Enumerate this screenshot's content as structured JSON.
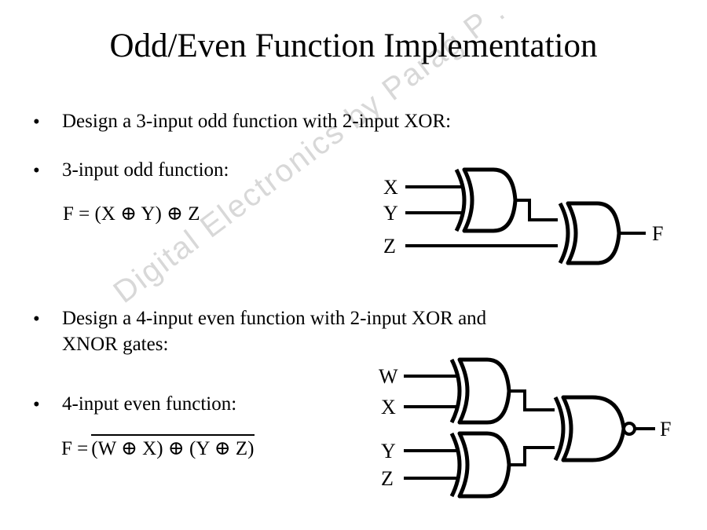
{
  "slide": {
    "title": "Odd/Even Function Implementation",
    "background_color": "#ffffff",
    "text_color": "#000000",
    "watermark": "Digital Electronics by Parag P ."
  },
  "bullets": [
    {
      "marker": "•",
      "text": "Design a 3-input odd function with 2-input XOR:"
    },
    {
      "marker": "•",
      "text": "3-input odd function:"
    },
    {
      "marker": "•",
      "text": "Design a 4-input even function with 2-input XOR and",
      "text2": "XNOR gates:"
    },
    {
      "marker": "•",
      "text": "4-input even function:"
    }
  ],
  "equations": {
    "odd3": "F = (X ⊕ Y) ⊕ Z",
    "even4_lhs": "F =",
    "even4_barred": "(W ⊕ X) ⊕ (Y ⊕ Z)"
  },
  "circuits": [
    {
      "name": "3-input-odd-function-circuit",
      "inputs": [
        "X",
        "Y",
        "Z"
      ],
      "output": "F",
      "gates": [
        {
          "type": "XOR",
          "inputs": [
            "X",
            "Y"
          ]
        },
        {
          "type": "XOR",
          "inputs": [
            "XOR1",
            "Z"
          ]
        }
      ]
    },
    {
      "name": "4-input-even-function-circuit",
      "inputs": [
        "W",
        "X",
        "Y",
        "Z"
      ],
      "output": "F",
      "gates": [
        {
          "type": "XOR",
          "inputs": [
            "W",
            "X"
          ]
        },
        {
          "type": "XOR",
          "inputs": [
            "Y",
            "Z"
          ]
        },
        {
          "type": "XNOR",
          "inputs": [
            "XOR1",
            "XOR2"
          ]
        }
      ]
    }
  ]
}
